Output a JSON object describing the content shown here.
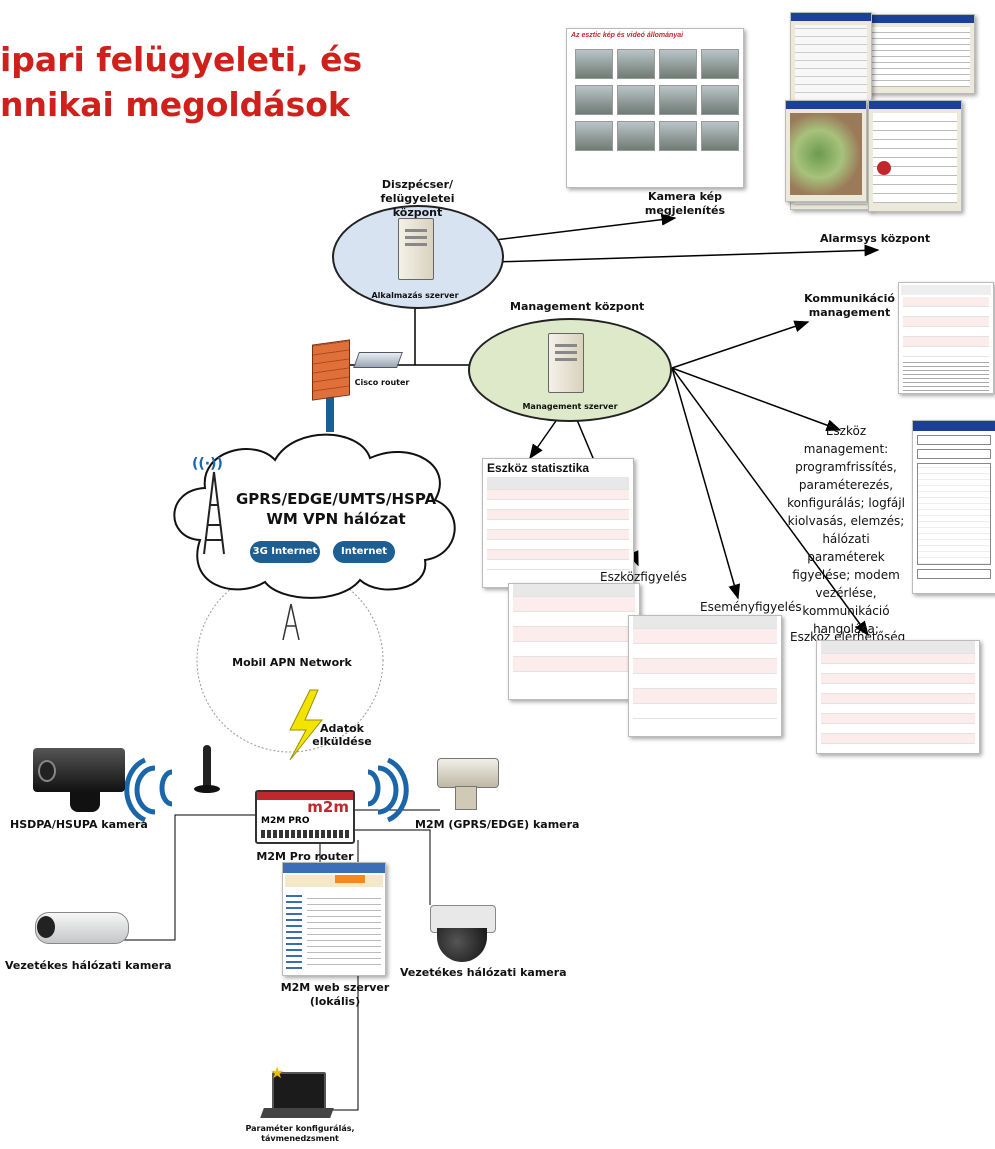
{
  "title": {
    "line1": "ipari felügyeleti, és",
    "line2": "nnikai megoldások"
  },
  "nodes": {
    "dispatch": {
      "title": "Diszpécser/\nfelügyeletei központ",
      "server": "Alkalmazás szerver"
    },
    "management": {
      "title": "Management központ",
      "server": "Management szerver"
    },
    "cisco": "Cisco router",
    "cloud": {
      "line1": "GPRS/EDGE/UMTS/HSPA",
      "line2": "WM VPN hálózat",
      "pill1": "3G Internet",
      "pill2": "Internet"
    },
    "apn": "Mobil APN Network",
    "data_send": "Adatok\nelküldése",
    "router": {
      "label": "M2M Pro router",
      "brand": "m2m",
      "model": "M2M PRO"
    },
    "hsdpa_cam": "HSDPA/HSUPA kamera",
    "m2m_cam": "M2M (GPRS/EDGE) kamera",
    "wired_cam_left": "Vezetékes hálózati kamera",
    "wired_cam_right": "Vezetékes hálózati kamera",
    "web_server": "M2M web szerver\n(lokális)",
    "laptop": "Paraméter konfigurálás,\ntávmenedzsment"
  },
  "outputs": {
    "camera_view": "Kamera kép\nmegjelenítés",
    "alarmsys": "Alarmsys központ",
    "comm_mgmt": "Kommunikáció\nmanagement",
    "device_mgmt": "Eszköz\nmanagement:\nprogramfrissítés,\nparaméterezés,\nkonfigurálás; logfájl\nkiolvasás, elemzés;\nhálózati\nparaméterek\nfigyelése; modem\nvezérlése,\nkommunikáció\nhangolása;",
    "device_stats": "Eszköz statisztika",
    "device_monitor": "Eszközfigyelés",
    "event_monitor": "Eseményfigyelés",
    "device_avail": "Eszköz elérhetőség"
  },
  "screens": {
    "camera_grid_title": "Az esztic kép és videó állományai"
  },
  "colors": {
    "title": "#d0201b",
    "dispatch_fill": "#d8e3f1",
    "management_fill": "#dde9c8",
    "link": "#1d5e93",
    "firewall": "#e0703a",
    "wave": "#1a66a8"
  }
}
